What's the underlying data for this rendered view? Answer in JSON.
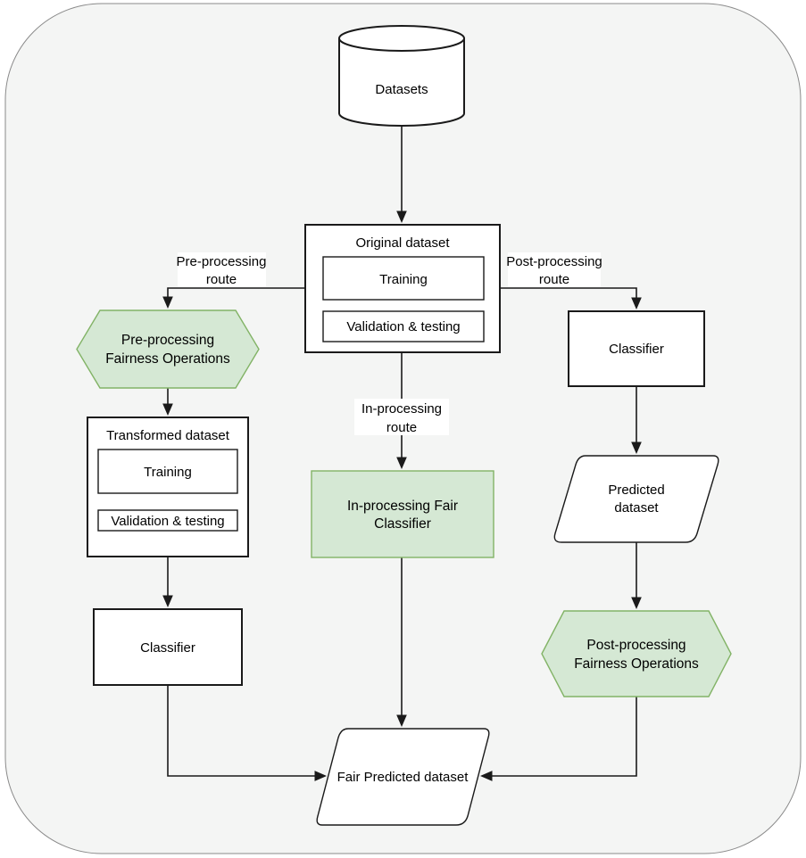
{
  "colors": {
    "canvas_background": "#f4f5f4",
    "node_fill": "#ffffff",
    "node_border": "#1a1a1a",
    "fairness_fill": "#d5e8d4",
    "fairness_border": "#82b366",
    "connector": "#1a1a1a"
  },
  "nodes": {
    "datasets": {
      "label": "Datasets"
    },
    "original": {
      "title": "Original dataset",
      "training": "Training",
      "validation": "Validation & testing"
    },
    "routes": {
      "pre": {
        "l1": "Pre-processing",
        "l2": "route"
      },
      "in": {
        "l1": "In-processing",
        "l2": "route"
      },
      "post": {
        "l1": "Post-processing",
        "l2": "route"
      }
    },
    "pre_ops": {
      "l1": "Pre-processing",
      "l2": "Fairness Operations"
    },
    "post_ops": {
      "l1": "Post-processing",
      "l2": "Fairness Operations"
    },
    "transformed": {
      "title": "Transformed dataset",
      "training": "Training",
      "validation": "Validation & testing"
    },
    "classifier_left": {
      "label": "Classifier"
    },
    "classifier_right": {
      "label": "Classifier"
    },
    "in_fair_classifier": {
      "l1": "In-processing Fair",
      "l2": "Classifier"
    },
    "predicted": {
      "l1": "Predicted",
      "l2": "dataset"
    },
    "fair_predicted": {
      "label": "Fair Predicted dataset"
    }
  }
}
